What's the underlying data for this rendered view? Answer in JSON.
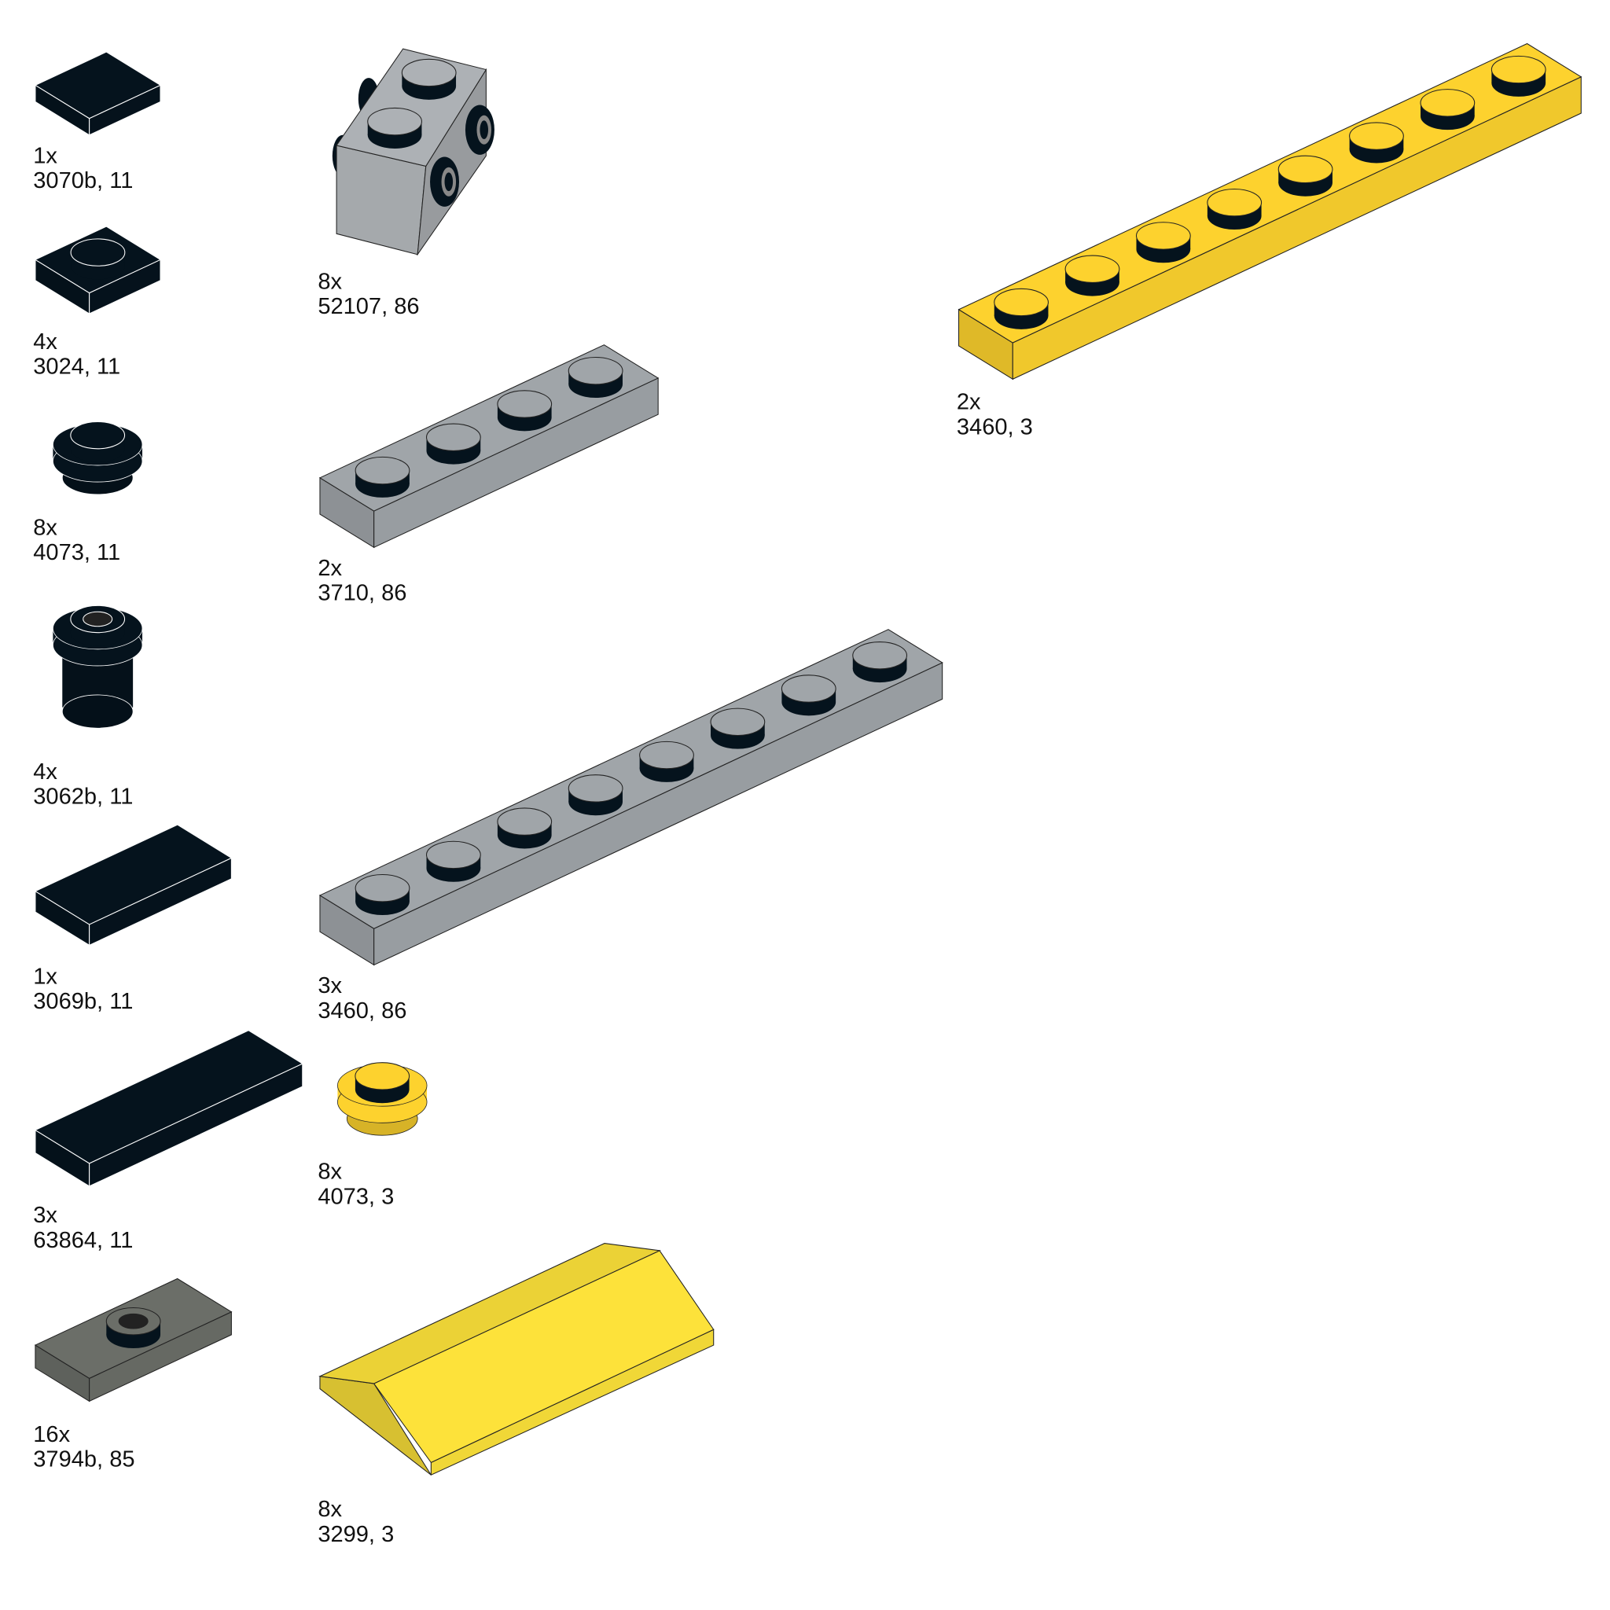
{
  "parts": [
    {
      "qty": "1x",
      "label": "3070b, 11",
      "color": "#05131d"
    },
    {
      "qty": "4x",
      "label": "3024, 11",
      "color": "#05131d"
    },
    {
      "qty": "8x",
      "label": "4073, 11",
      "color": "#05131d"
    },
    {
      "qty": "4x",
      "label": "3062b, 11",
      "color": "#05131d"
    },
    {
      "qty": "1x",
      "label": "3069b, 11",
      "color": "#05131d"
    },
    {
      "qty": "3x",
      "label": "63864, 11",
      "color": "#05131d"
    },
    {
      "qty": "16x",
      "label": "3794b, 85",
      "color": "#6b6e68"
    },
    {
      "qty": "8x",
      "label": "52107, 86",
      "color": "#a5a9ac"
    },
    {
      "qty": "2x",
      "label": "3710, 86",
      "color": "#a0a5a9"
    },
    {
      "qty": "3x",
      "label": "3460, 86",
      "color": "#a0a5a9"
    },
    {
      "qty": "8x",
      "label": "4073, 3",
      "color": "#fdd22e"
    },
    {
      "qty": "8x",
      "label": "3299, 3",
      "color": "#fde23a"
    },
    {
      "qty": "2x",
      "label": "3460, 3",
      "color": "#fdd22e"
    }
  ]
}
